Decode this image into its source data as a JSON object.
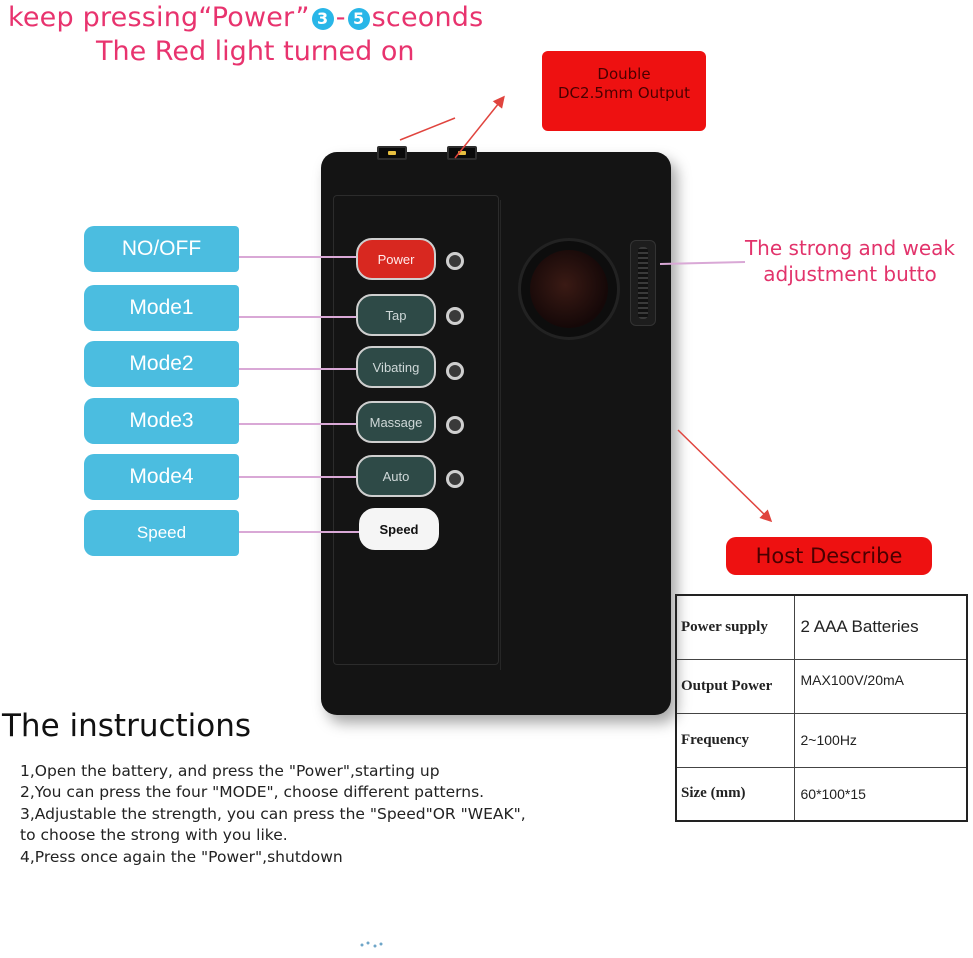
{
  "headline": {
    "part1": "keep pressing“Power”",
    "num_a": "3",
    "dash": "-",
    "num_b": "5",
    "part2": "sceonds",
    "line2": "The Red light turned on"
  },
  "output_label": {
    "line1": "Double",
    "line2": "DC2.5mm Output"
  },
  "device": {
    "buttons": [
      "Power",
      "Tap",
      "Vibating",
      "Massage",
      "Auto",
      "Speed"
    ]
  },
  "side_labels": [
    "NO/OFF",
    "Mode1",
    "Mode2",
    "Mode3",
    "Mode4",
    "Speed"
  ],
  "strong_weak_label": {
    "line1": "The strong and weak",
    "line2": "adjustment butto"
  },
  "host_describe": "Host Describe",
  "spec_table": [
    {
      "key": "Power supply",
      "value": "2 AAA Batteries"
    },
    {
      "key": "Output Power",
      "value": "MAX100V/20mA"
    },
    {
      "key": "Frequency",
      "value": "2~100Hz"
    },
    {
      "key": "Size (mm)",
      "value": "60*100*15"
    }
  ],
  "instructions": {
    "title": "The instructions",
    "lines": [
      "1,Open the battery, and press the \"Power\",starting up",
      "2,You can press the four \"MODE\", choose different patterns.",
      "3,Adjustable the strength, you can press the \"Speed\"OR \"WEAK\",",
      "to choose the strong with you like.",
      "4,Press once again the \"Power\",shutdown"
    ]
  },
  "colors": {
    "headline": "#e8336e",
    "label_blue": "#4bbde0",
    "badge_red": "#ee1111",
    "device_body": "#141414",
    "power_button": "#d82820",
    "mode_button": "#2e4a47"
  }
}
